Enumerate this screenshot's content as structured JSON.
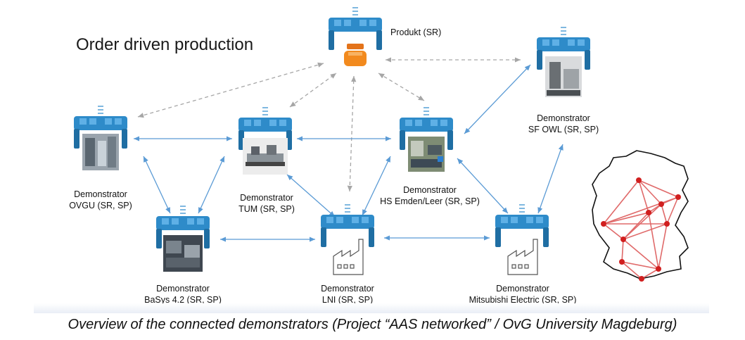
{
  "title": "Order driven production",
  "caption": "Overview of the connected demonstrators (Project “AAS networked” / OvG University Magdeburg)",
  "colors": {
    "node_blue": "#2e8bc9",
    "node_dark": "#1f6ea3",
    "arrow_solid": "#5b9bd5",
    "arrow_dashed": "#a6a6a6",
    "product_orange": "#f28a1e",
    "map_red": "#d93b3b"
  },
  "nodes": {
    "produkt": {
      "label": "Produkt (SR)",
      "icon": "product-icon"
    },
    "ovgu": {
      "line1": "Demonstrator",
      "line2": "OVGU (SR, SP)",
      "icon": "photo-icon"
    },
    "tum": {
      "line1": "Demonstrator",
      "line2": "TUM (SR, SP)",
      "icon": "photo-icon"
    },
    "hs_emden": {
      "line1": "Demonstrator",
      "line2": "HS Emden/Leer (SR, SP)",
      "icon": "photo-icon"
    },
    "sf_owl": {
      "line1": "Demonstrator",
      "line2": "SF OWL (SR, SP)",
      "icon": "photo-icon"
    },
    "basys": {
      "line1": "Demonstrator",
      "line2": "BaSys 4.2 (SR, SP)",
      "icon": "photo-icon"
    },
    "lni": {
      "line1": "Demonstrator",
      "line2": "LNI (SR, SP)",
      "icon": "factory-icon"
    },
    "mitsubishi": {
      "line1": "Demonstrator",
      "line2": "Mitsubishi Electric (SR, SP)",
      "icon": "factory-icon"
    }
  },
  "map": {
    "icon": "germany-map-icon"
  }
}
